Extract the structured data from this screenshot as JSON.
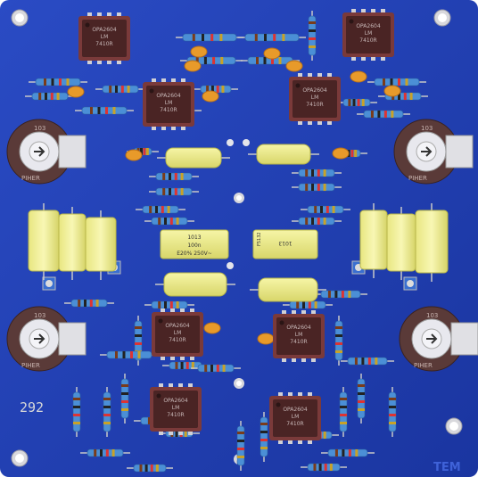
{
  "board": {
    "board_number": "292",
    "corner_mark": "TEM"
  },
  "chips": {
    "lines": [
      "OPA2604",
      "LM",
      "7410R"
    ]
  },
  "pots": {
    "label": "PIHER",
    "dial": "103"
  },
  "caps": {
    "small_line1": "1013",
    "small_line2": "100n",
    "small_line3": "E20% 250V~",
    "small_side": "F5132"
  },
  "colors": {
    "pcb": "#1f3fb5",
    "ic": "#4a2424",
    "cap": "#eceb8a",
    "pot": "#5a3a38"
  }
}
